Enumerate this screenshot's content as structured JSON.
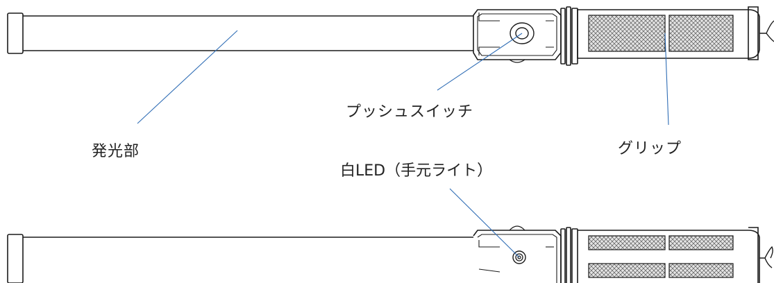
{
  "labels": {
    "light_section": "発光部",
    "push_switch": "プッシュスイッチ",
    "grip": "グリップ",
    "white_led": "白LED（手元ライト）"
  },
  "colors": {
    "outline": "#1a1a1a",
    "leader_line": "#2f6db5",
    "hatch": "#6a6a6a",
    "background": "#ffffff"
  }
}
